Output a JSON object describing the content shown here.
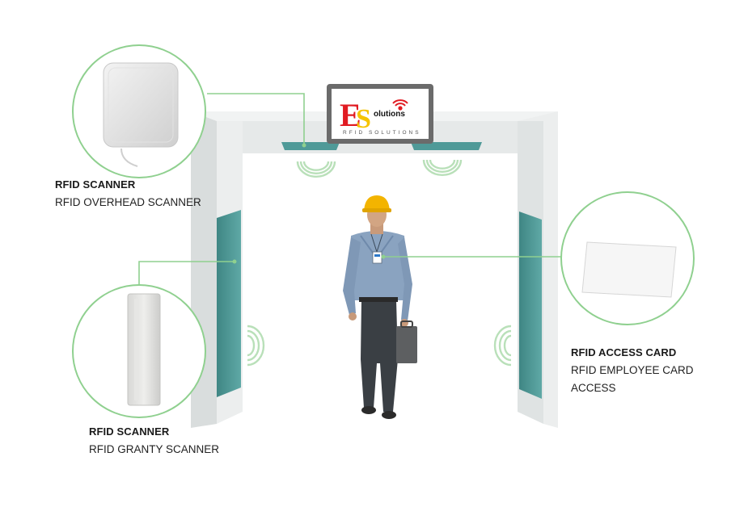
{
  "logo": {
    "letter_e": "E",
    "letter_s": "S",
    "word": "olutions",
    "tagline": "RFID SOLUTIONS"
  },
  "callouts": [
    {
      "title": "RFID SCANNER",
      "subtitle": "RFID OVERHEAD SCANNER",
      "icon": "overhead-antenna-icon"
    },
    {
      "title": "RFID SCANNER",
      "subtitle": "RFID GRANTY SCANNER",
      "icon": "gantry-antenna-icon"
    },
    {
      "title": "RFID ACCESS CARD",
      "subtitle_line1": "RFID EMPLOYEE CARD",
      "subtitle_line2": "ACCESS",
      "icon": "access-card-icon"
    }
  ],
  "colors": {
    "callout_ring": "#8fd08f",
    "connector": "#8fd08f",
    "gate_frame": "#e7eaea",
    "gate_panel": "#4f9a98",
    "signal": "#b9e0b9",
    "logo_red": "#e11b22",
    "logo_yellow": "#f5c400"
  }
}
